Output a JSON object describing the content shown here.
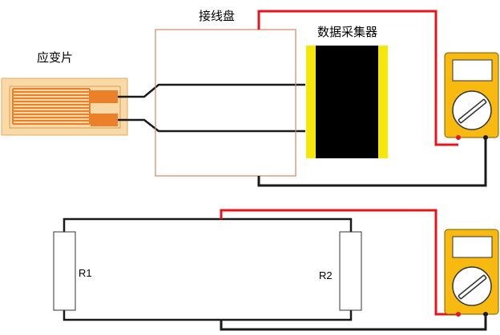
{
  "labels": {
    "strain_gauge": "应变片",
    "terminal_board": "接线盘",
    "daq": "数据采集器",
    "r1": "R1",
    "r2": "R2"
  },
  "colors": {
    "wire_red": "#e8141b",
    "wire_black": "#1a1a1a",
    "gauge_body": "#f9d9a5",
    "gauge_grid": "#ec7f2a",
    "terminal_border": "#d28860",
    "daq_body": "#000000",
    "daq_stripe": "#f5e60c",
    "meter_body": "#f8b910"
  },
  "icons": {
    "strain_gauge": "strain-gauge-icon",
    "terminal_board": "terminal-board-icon",
    "daq": "data-acquisition-icon",
    "multimeter": "multimeter-icon",
    "resistor": "resistor-icon"
  }
}
